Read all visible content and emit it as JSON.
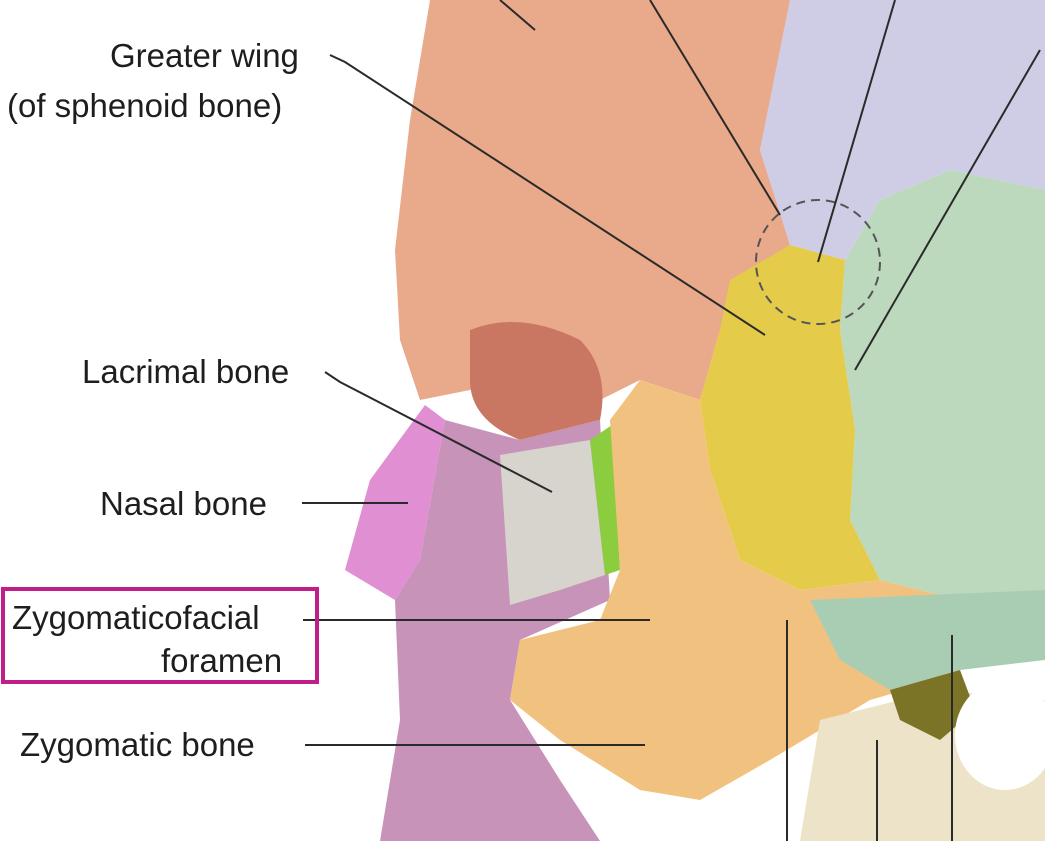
{
  "labels": {
    "greater_wing_line1": "Greater wing",
    "greater_wing_line2": "(of sphenoid bone)",
    "lacrimal_bone": "Lacrimal bone",
    "nasal_bone": "Nasal bone",
    "zygomaticofacial_line1": "Zygomaticofacial",
    "zygomaticofacial_line2": "foramen",
    "zygomatic_bone": "Zygomatic bone"
  },
  "highlighted_label": "Zygomaticofacial foramen",
  "colors": {
    "highlight_border": "#c01d89",
    "frontal_bone": "#e9a98b",
    "sphenoid_greater_wing": "#cfcde6",
    "temporal_bone": "#bcd8bd",
    "zygomatic_bone": "#f1c17f",
    "lacrimal_bone": "#d7d3cd",
    "nasal_bone": "#df8fd2",
    "maxilla": "#c893b9",
    "ethmoid": "#8ccd3f",
    "parietal_yellow": "#e4cb4a",
    "mandible": "#ede3c9"
  }
}
